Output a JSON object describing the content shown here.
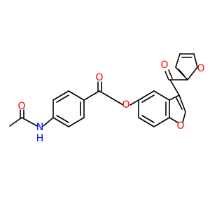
{
  "figure": {
    "type": "chemical-structure",
    "bond_color": "#000000",
    "oxygen_color": "#ff0000",
    "nitrogen_color": "#0000ff",
    "background": "#ffffff"
  },
  "atoms": {
    "acetamide_o": {
      "label": "O",
      "element": "O"
    },
    "amide_n": {
      "label": "N",
      "element": "N"
    },
    "amide_h": {
      "label": "H",
      "element": "N"
    },
    "ketone_o": {
      "label": "O",
      "element": "O"
    },
    "ether_o": {
      "label": "O",
      "element": "O"
    },
    "carbonyl_o": {
      "label": "O",
      "element": "O"
    },
    "furan_o": {
      "label": "O",
      "element": "O"
    },
    "benzofuran_o": {
      "label": "O",
      "element": "O"
    }
  }
}
